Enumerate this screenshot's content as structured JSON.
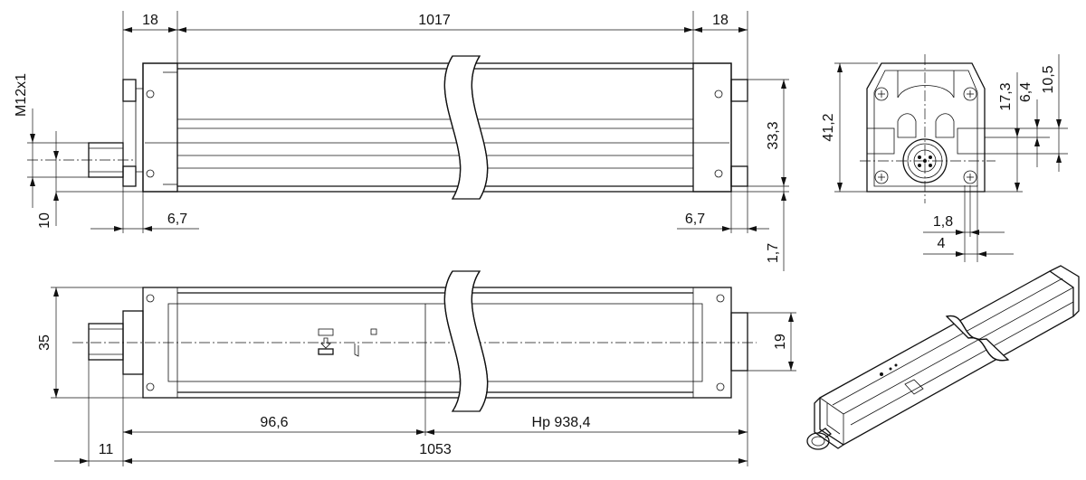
{
  "top_view": {
    "dims": {
      "cap_left": "18",
      "length": "1017",
      "cap_right": "18",
      "thread": "M12x1",
      "connector_offset": "10",
      "cap_overhang_left": "6,7",
      "cap_overhang_right": "6,7",
      "height": "33,3",
      "base_offset": "1,7"
    }
  },
  "end_view": {
    "dims": {
      "height": "41,2",
      "d1": "17,3",
      "d2": "6,4",
      "d3": "10,5",
      "w1": "1,8",
      "w2": "4"
    }
  },
  "front_view": {
    "dims": {
      "height": "35",
      "connector": "19",
      "offset": "96,6",
      "measure_length": "Hp 938,4",
      "overall": "1053",
      "connector_length": "11"
    }
  },
  "iso_view": {}
}
